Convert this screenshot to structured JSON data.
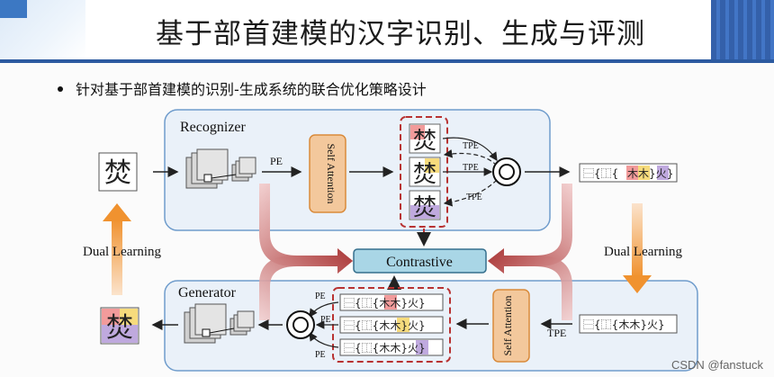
{
  "slide": {
    "title": "基于部首建模的汉字识别、生成与评测",
    "bullet": "针对基于部首建模的识别-生成系统的联合优化策略设计"
  },
  "diagram": {
    "input_char": "焚",
    "output_char": "焚",
    "recognizer_label": "Recognizer",
    "generator_label": "Generator",
    "self_attention_top": "Self Attention",
    "self_attention_bottom": "Self Attention",
    "contrastive_label": "Contrastive",
    "dual_learning_left": "Dual Learning",
    "dual_learning_right": "Dual Learning",
    "pe_label": "PE",
    "tpe_label": "TPE",
    "ids_sequence": "⿱{⿰{木木}火}",
    "ids_tokens": [
      "⿱",
      "{",
      "⿰",
      "{",
      "木",
      "木",
      "}",
      "火",
      "}"
    ],
    "colors": {
      "red_highlight": "#f08a8a",
      "yellow_highlight": "#f5d76e",
      "purple_highlight": "#b49ad8",
      "orange_box": "#f3c89c",
      "contrastive_fill": "#a9d6e6",
      "panel_border": "#6f9ccc",
      "dashed_red": "#b83232"
    }
  },
  "watermark": "CSDN @fanstuck"
}
